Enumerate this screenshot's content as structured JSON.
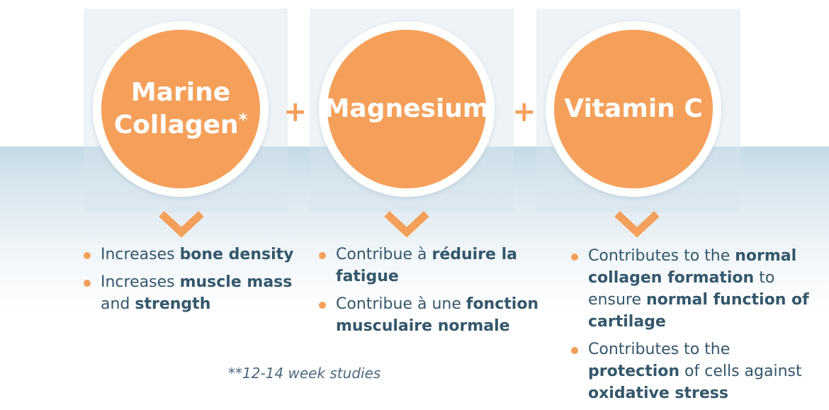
{
  "ingredients": [
    {
      "line1": "Marine",
      "line2": "Collagen",
      "mark": "*"
    },
    {
      "line1": "Magnesium"
    },
    {
      "line1": "Vitamin C"
    }
  ],
  "plus_sign": "+",
  "benefits": [
    [
      {
        "p1": "Increases ",
        "b1": "bone density",
        "p2": "",
        "b2": "",
        "p3": ""
      },
      {
        "p1": "Increases ",
        "b1": "muscle mass",
        "p2": " and ",
        "b2": "strength",
        "p3": ""
      }
    ],
    [
      {
        "p1": "Contribue à ",
        "b1": "réduire la fatigue",
        "p2": "",
        "b2": "",
        "p3": ""
      },
      {
        "p1": "Contribue à une ",
        "b1": "fonction musculaire normale",
        "p2": "",
        "b2": "",
        "p3": ""
      }
    ],
    [
      {
        "p1": "Contributes to the ",
        "b1": "normal collagen formation",
        "p2": " to ensure ",
        "b2": "normal function of cartilage",
        "p3": ""
      },
      {
        "p1": "Contributes to the ",
        "b1": "protection",
        "p2": " of cells against ",
        "b2": "oxidative stress",
        "p3": ""
      }
    ]
  ],
  "footnote": "**12-14 week studies",
  "colors": {
    "accent": "#f5a05a",
    "text": "#34576a",
    "band": "#c4dae6"
  }
}
